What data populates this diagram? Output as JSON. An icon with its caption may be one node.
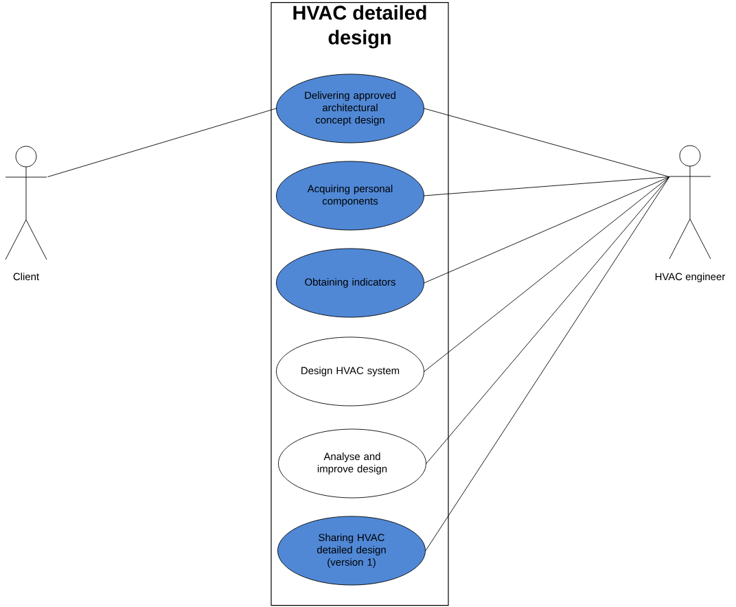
{
  "diagram": {
    "nodes": [
      {
        "text": [
          "HVAC detailed design"
        ]
      },
      {
        "text": [
          "Delivering approved architectural concept design"
        ],
        "in": 0
      },
      {
        "text": [
          "Acquiring personal components"
        ],
        "in": 0
      },
      {
        "text": [
          "Obtaining indicators"
        ],
        "in": 0
      },
      {
        "text": [
          "Design HVAC system"
        ],
        "in": 0
      },
      {
        "text": [
          "Analyse and improve design"
        ],
        "in": 0
      },
      {
        "text": [
          "Sharing HVAC detailed design (version 1)"
        ],
        "in": 0
      },
      {
        "text": [
          "Client"
        ]
      },
      {
        "text": [
          "HVAC engineer"
        ]
      }
    ],
    "edges": [
      {
        "from": 7,
        "to": 1,
        "arrow": "none"
      },
      {
        "from": 8,
        "to": 1,
        "arrow": "none"
      },
      {
        "from": 8,
        "to": 2,
        "arrow": "none"
      },
      {
        "from": 8,
        "to": 3,
        "arrow": "none"
      },
      {
        "from": 8,
        "to": 4,
        "arrow": "none"
      },
      {
        "from": 8,
        "to": 5,
        "arrow": "none"
      },
      {
        "from": 8,
        "to": 6,
        "arrow": "none"
      }
    ]
  }
}
